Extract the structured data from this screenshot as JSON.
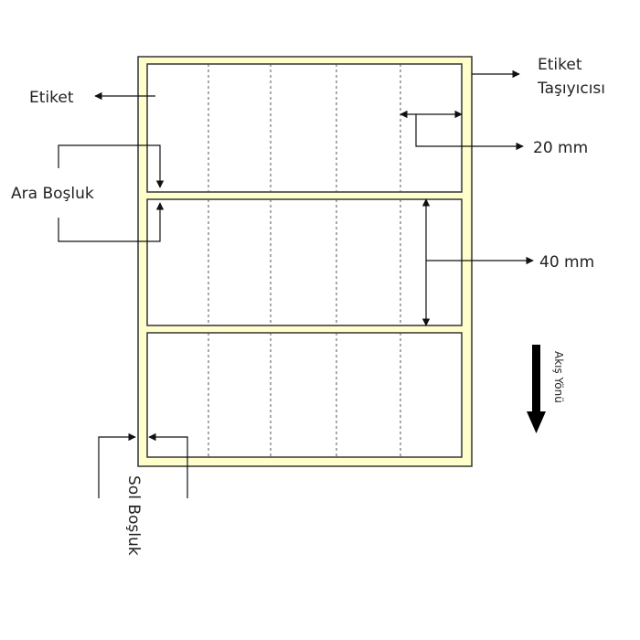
{
  "colors": {
    "carrier_fill": "#ffffcc",
    "carrier_stroke": "#333333",
    "label_fill": "#ffffff",
    "label_stroke": "#333333",
    "perforation": "#555555",
    "arrow": "#111111",
    "text": "#222222"
  },
  "labels": {
    "etiket": "Etiket",
    "carrier_line1": "Etiket",
    "carrier_line2": "Taşıyıcısı",
    "width": "20 mm",
    "gap": "Ara Boşluk",
    "height": "40 mm",
    "left_margin": "Sol Boşluk",
    "direction": "Akış Yönü"
  },
  "layout": {
    "label_rows": 3,
    "label_columns": 5
  }
}
